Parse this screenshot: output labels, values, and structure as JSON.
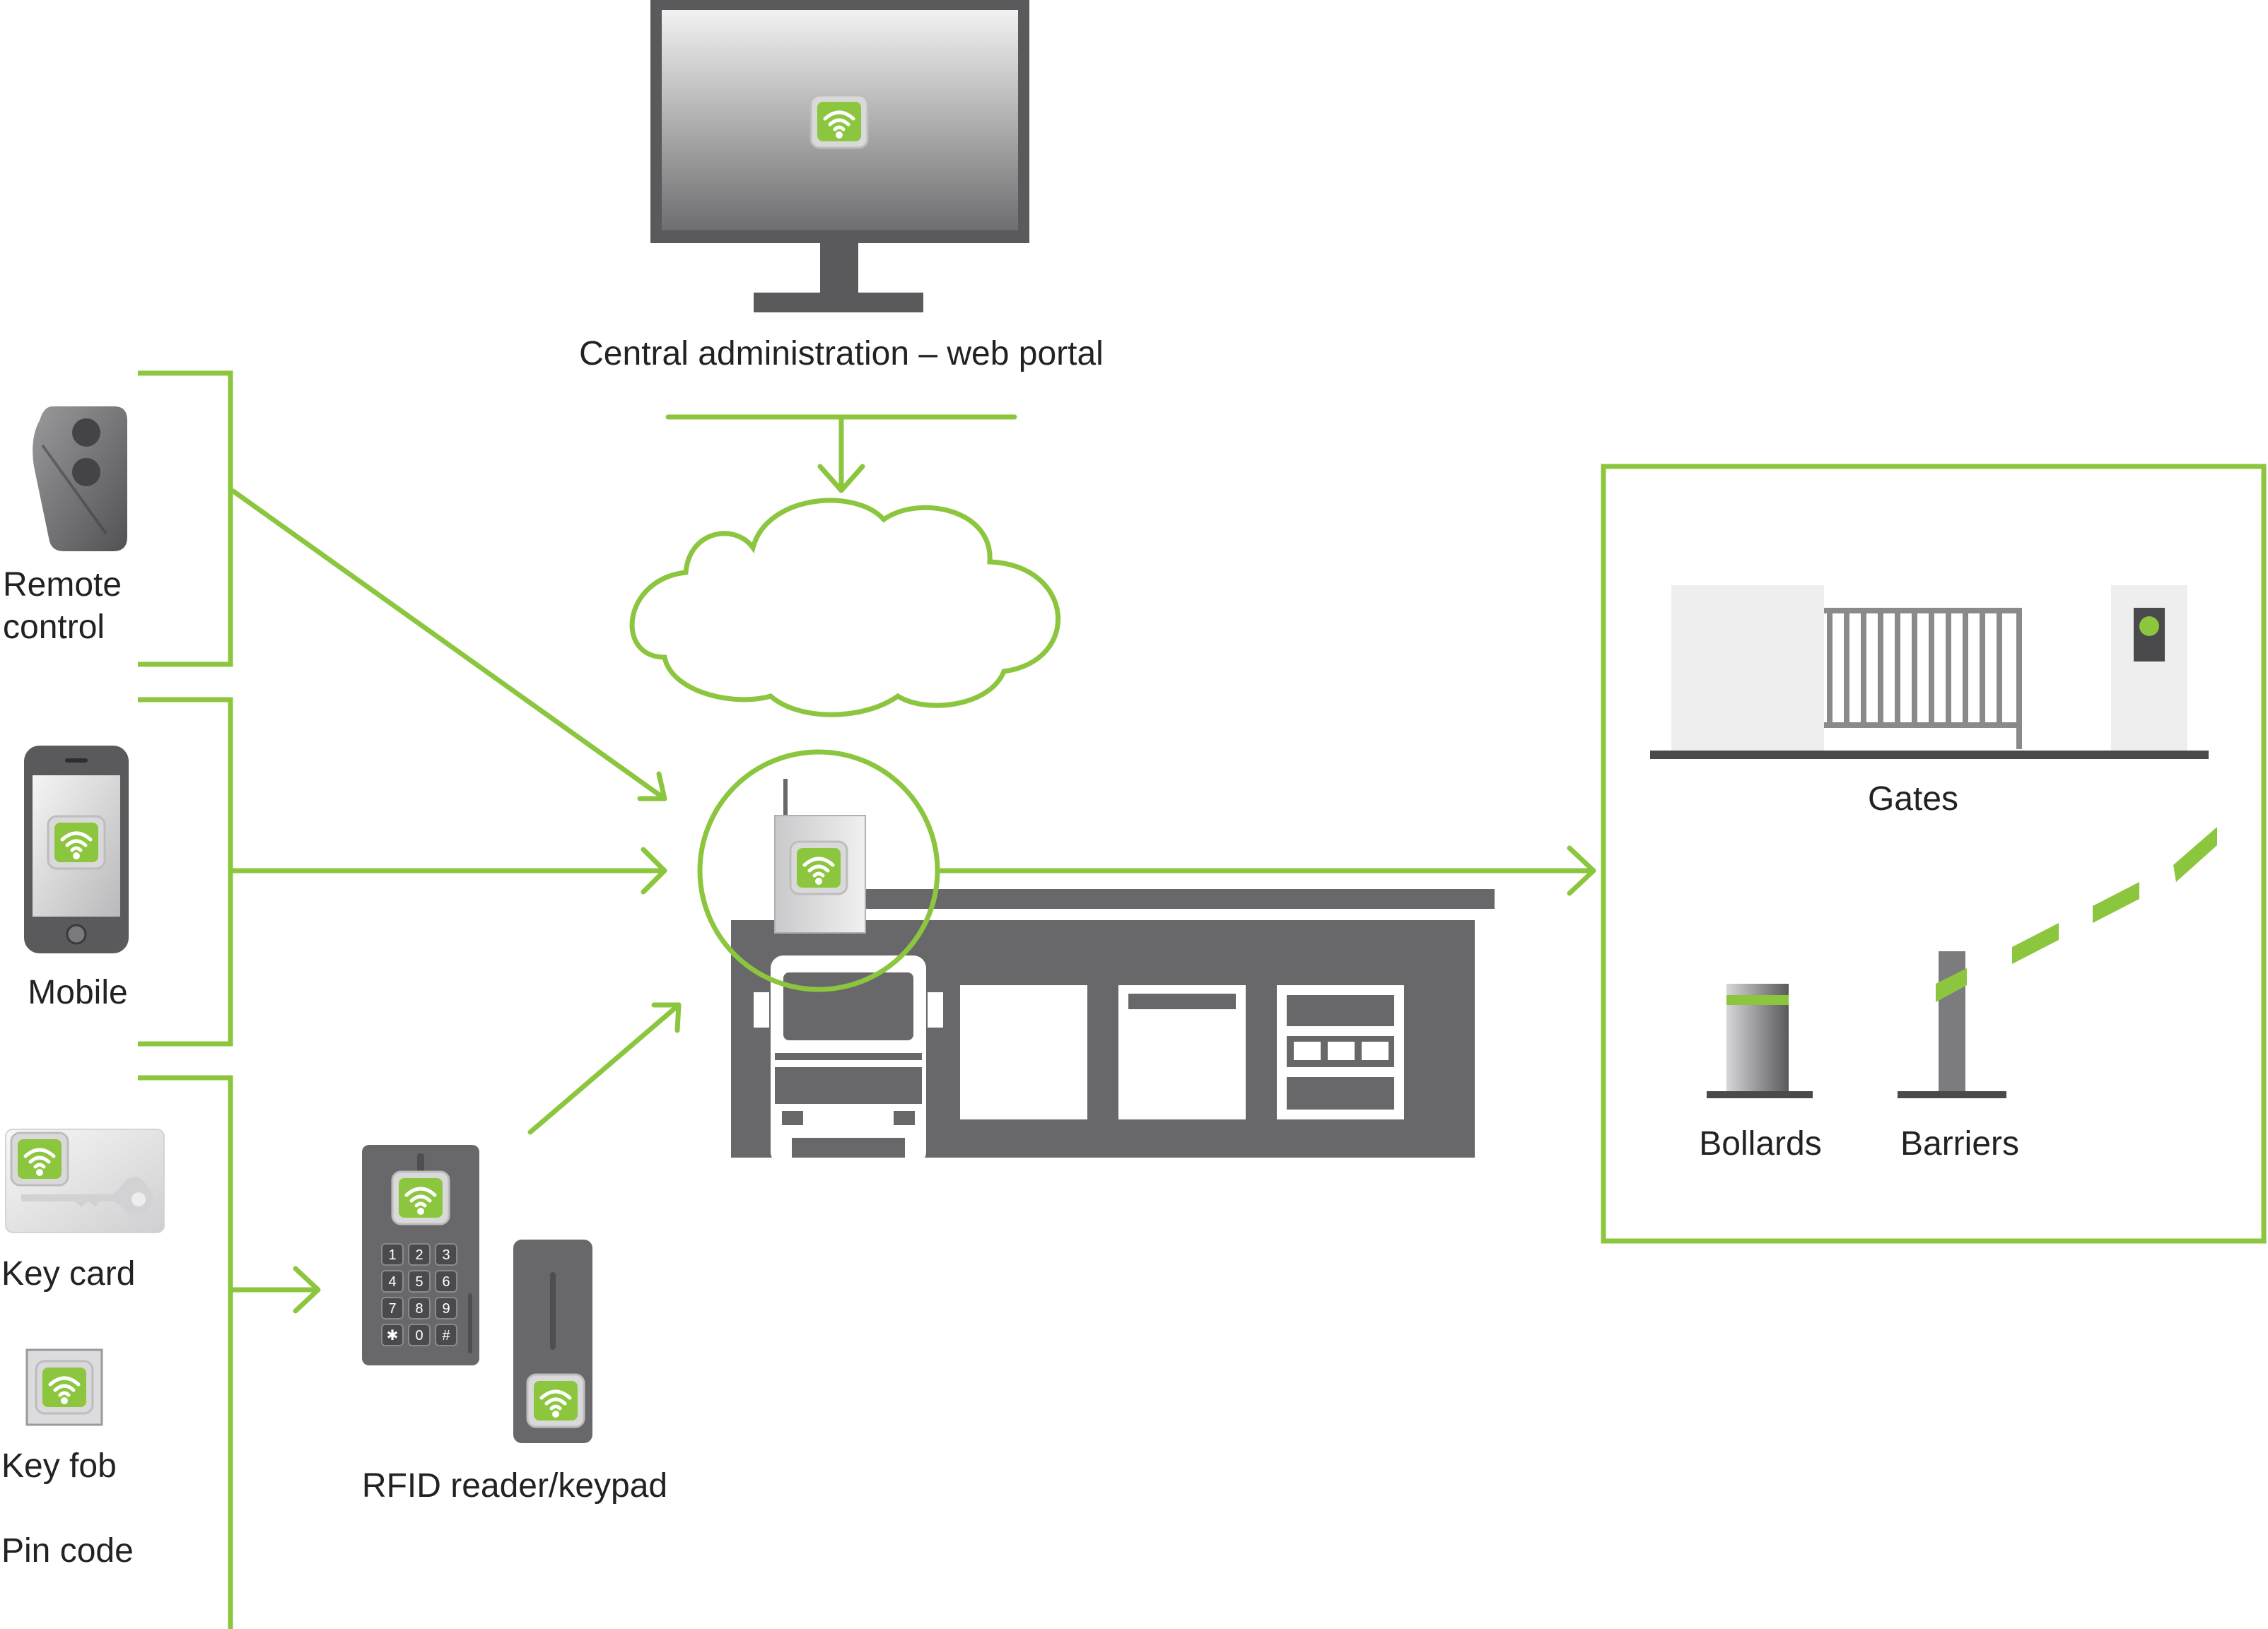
{
  "labels": {
    "central_admin": "Central administration – web portal",
    "remote_control_line1": "Remote",
    "remote_control_line2": "control",
    "mobile": "Mobile",
    "key_card": "Key card",
    "key_fob": "Key fob",
    "pin_code": "Pin code",
    "rfid_reader": "RFID reader/keypad",
    "gates": "Gates",
    "bollards": "Bollards",
    "barriers": "Barriers"
  },
  "keypad_keys": [
    "1",
    "2",
    "3",
    "4",
    "5",
    "6",
    "7",
    "8",
    "9",
    "✱",
    "0",
    "#"
  ],
  "colors": {
    "accent_green": "#8cc63f",
    "device_gray": "#68686a",
    "dark_gray": "#4a4a4c",
    "light_panel": "#eeeeee"
  },
  "icons": {
    "wireless_badge": "wifi-badge-icon",
    "cloud": "cloud-icon",
    "monitor": "monitor-icon",
    "truck": "truck-icon"
  }
}
